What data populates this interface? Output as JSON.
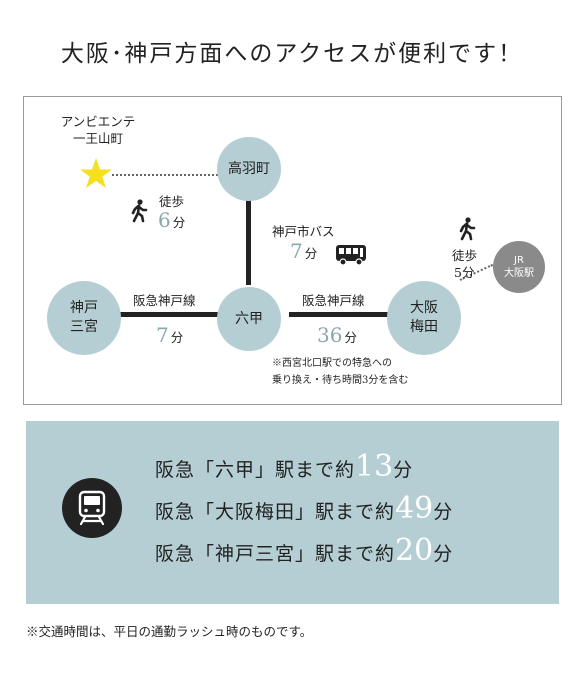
{
  "title": "大阪･神戸方面へのアクセスが便利です！",
  "map": {
    "hotel_name": "アンビエンテ\n一王山町",
    "stations": {
      "takaba": "高羽町",
      "rokko": "六甲",
      "sannomiya": "神戸\n三宮",
      "umeda": "大阪\n梅田",
      "jr_osaka": "JR\n大阪駅"
    },
    "walk_to_takaba": {
      "label": "徒歩",
      "minutes": "6",
      "unit": "分"
    },
    "bus": {
      "label": "神戸市バス",
      "minutes": "7",
      "unit": "分"
    },
    "to_sannomiya": {
      "label": "阪急神戸線",
      "minutes": "7",
      "unit": "分"
    },
    "to_umeda": {
      "label": "阪急神戸線",
      "minutes": "36",
      "unit": "分"
    },
    "walk_to_jr": {
      "label": "徒歩",
      "minutes": "5分"
    },
    "note": "※西宮北口駅での特急への\n乗り換え・待ち時間3分を含む"
  },
  "summary": {
    "routes": [
      {
        "prefix": "阪急「六甲」駅まで約",
        "minutes": "13",
        "unit": "分"
      },
      {
        "prefix": "阪急「大阪梅田」駅まで約",
        "minutes": "49",
        "unit": "分"
      },
      {
        "prefix": "阪急「神戸三宮」駅まで約",
        "minutes": "20",
        "unit": "分"
      }
    ]
  },
  "footnote": "※交通時間は、平日の通勤ラッシュ時のものです。",
  "colors": {
    "station": "#b4ced3",
    "accent_number": "#8aa7ac",
    "jr_station": "#8a8a8a",
    "star": "#f5df1f"
  },
  "icons": [
    "star-icon",
    "walking-person-icon",
    "bus-icon",
    "train-icon"
  ]
}
